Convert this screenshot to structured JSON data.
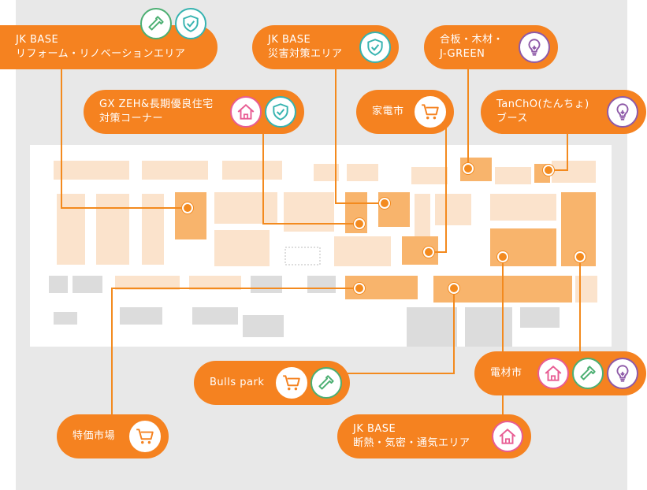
{
  "map": {
    "labels": {
      "jk_base_reform": {
        "line1": "JK BASE",
        "line2": "リフォーム・リノベーションエリア",
        "icons": [
          "tool-icon",
          "shield-icon"
        ]
      },
      "jk_base_disaster": {
        "line1": "JK BASE",
        "line2": "災害対策エリア",
        "icons": [
          "shield-icon"
        ]
      },
      "plywood": {
        "line1": "合板・木材・",
        "line2": "J-GREEN",
        "icons": [
          "bulb-icon"
        ]
      },
      "gx_zeh": {
        "line1": "GX ZEH&長期優良住宅",
        "line2": "対策コーナー",
        "icons": [
          "house-icon",
          "shield-icon"
        ]
      },
      "appliance_market": {
        "line1": "家電市",
        "line2": "",
        "icons": [
          "cart-icon"
        ]
      },
      "tancho": {
        "line1": "TanChO(たんちょ)",
        "line2": "ブース",
        "icons": [
          "bulb-icon"
        ]
      },
      "bulls_park": {
        "line1": "Bulls park",
        "line2": "",
        "icons": [
          "cart-icon",
          "tool-icon"
        ]
      },
      "electric_market": {
        "line1": "電材市",
        "line2": "",
        "icons": [
          "house-icon",
          "tool-icon",
          "bulb-icon"
        ]
      },
      "special_price_market": {
        "line1": "特価市場",
        "line2": "",
        "icons": [
          "cart-icon"
        ]
      },
      "jk_base_insulation": {
        "line1": "JK BASE",
        "line2": "断熱・気密・通気エリア",
        "icons": [
          "house-icon"
        ]
      }
    },
    "colors": {
      "accent": "#f58220",
      "booth_highlight": "#f8b46c",
      "booth_light": "#fbe3cc",
      "tool_icon": "#4caf72",
      "shield_icon": "#36b3b0",
      "house_icon": "#e85c93",
      "bulb_icon": "#8e5aa8"
    }
  }
}
